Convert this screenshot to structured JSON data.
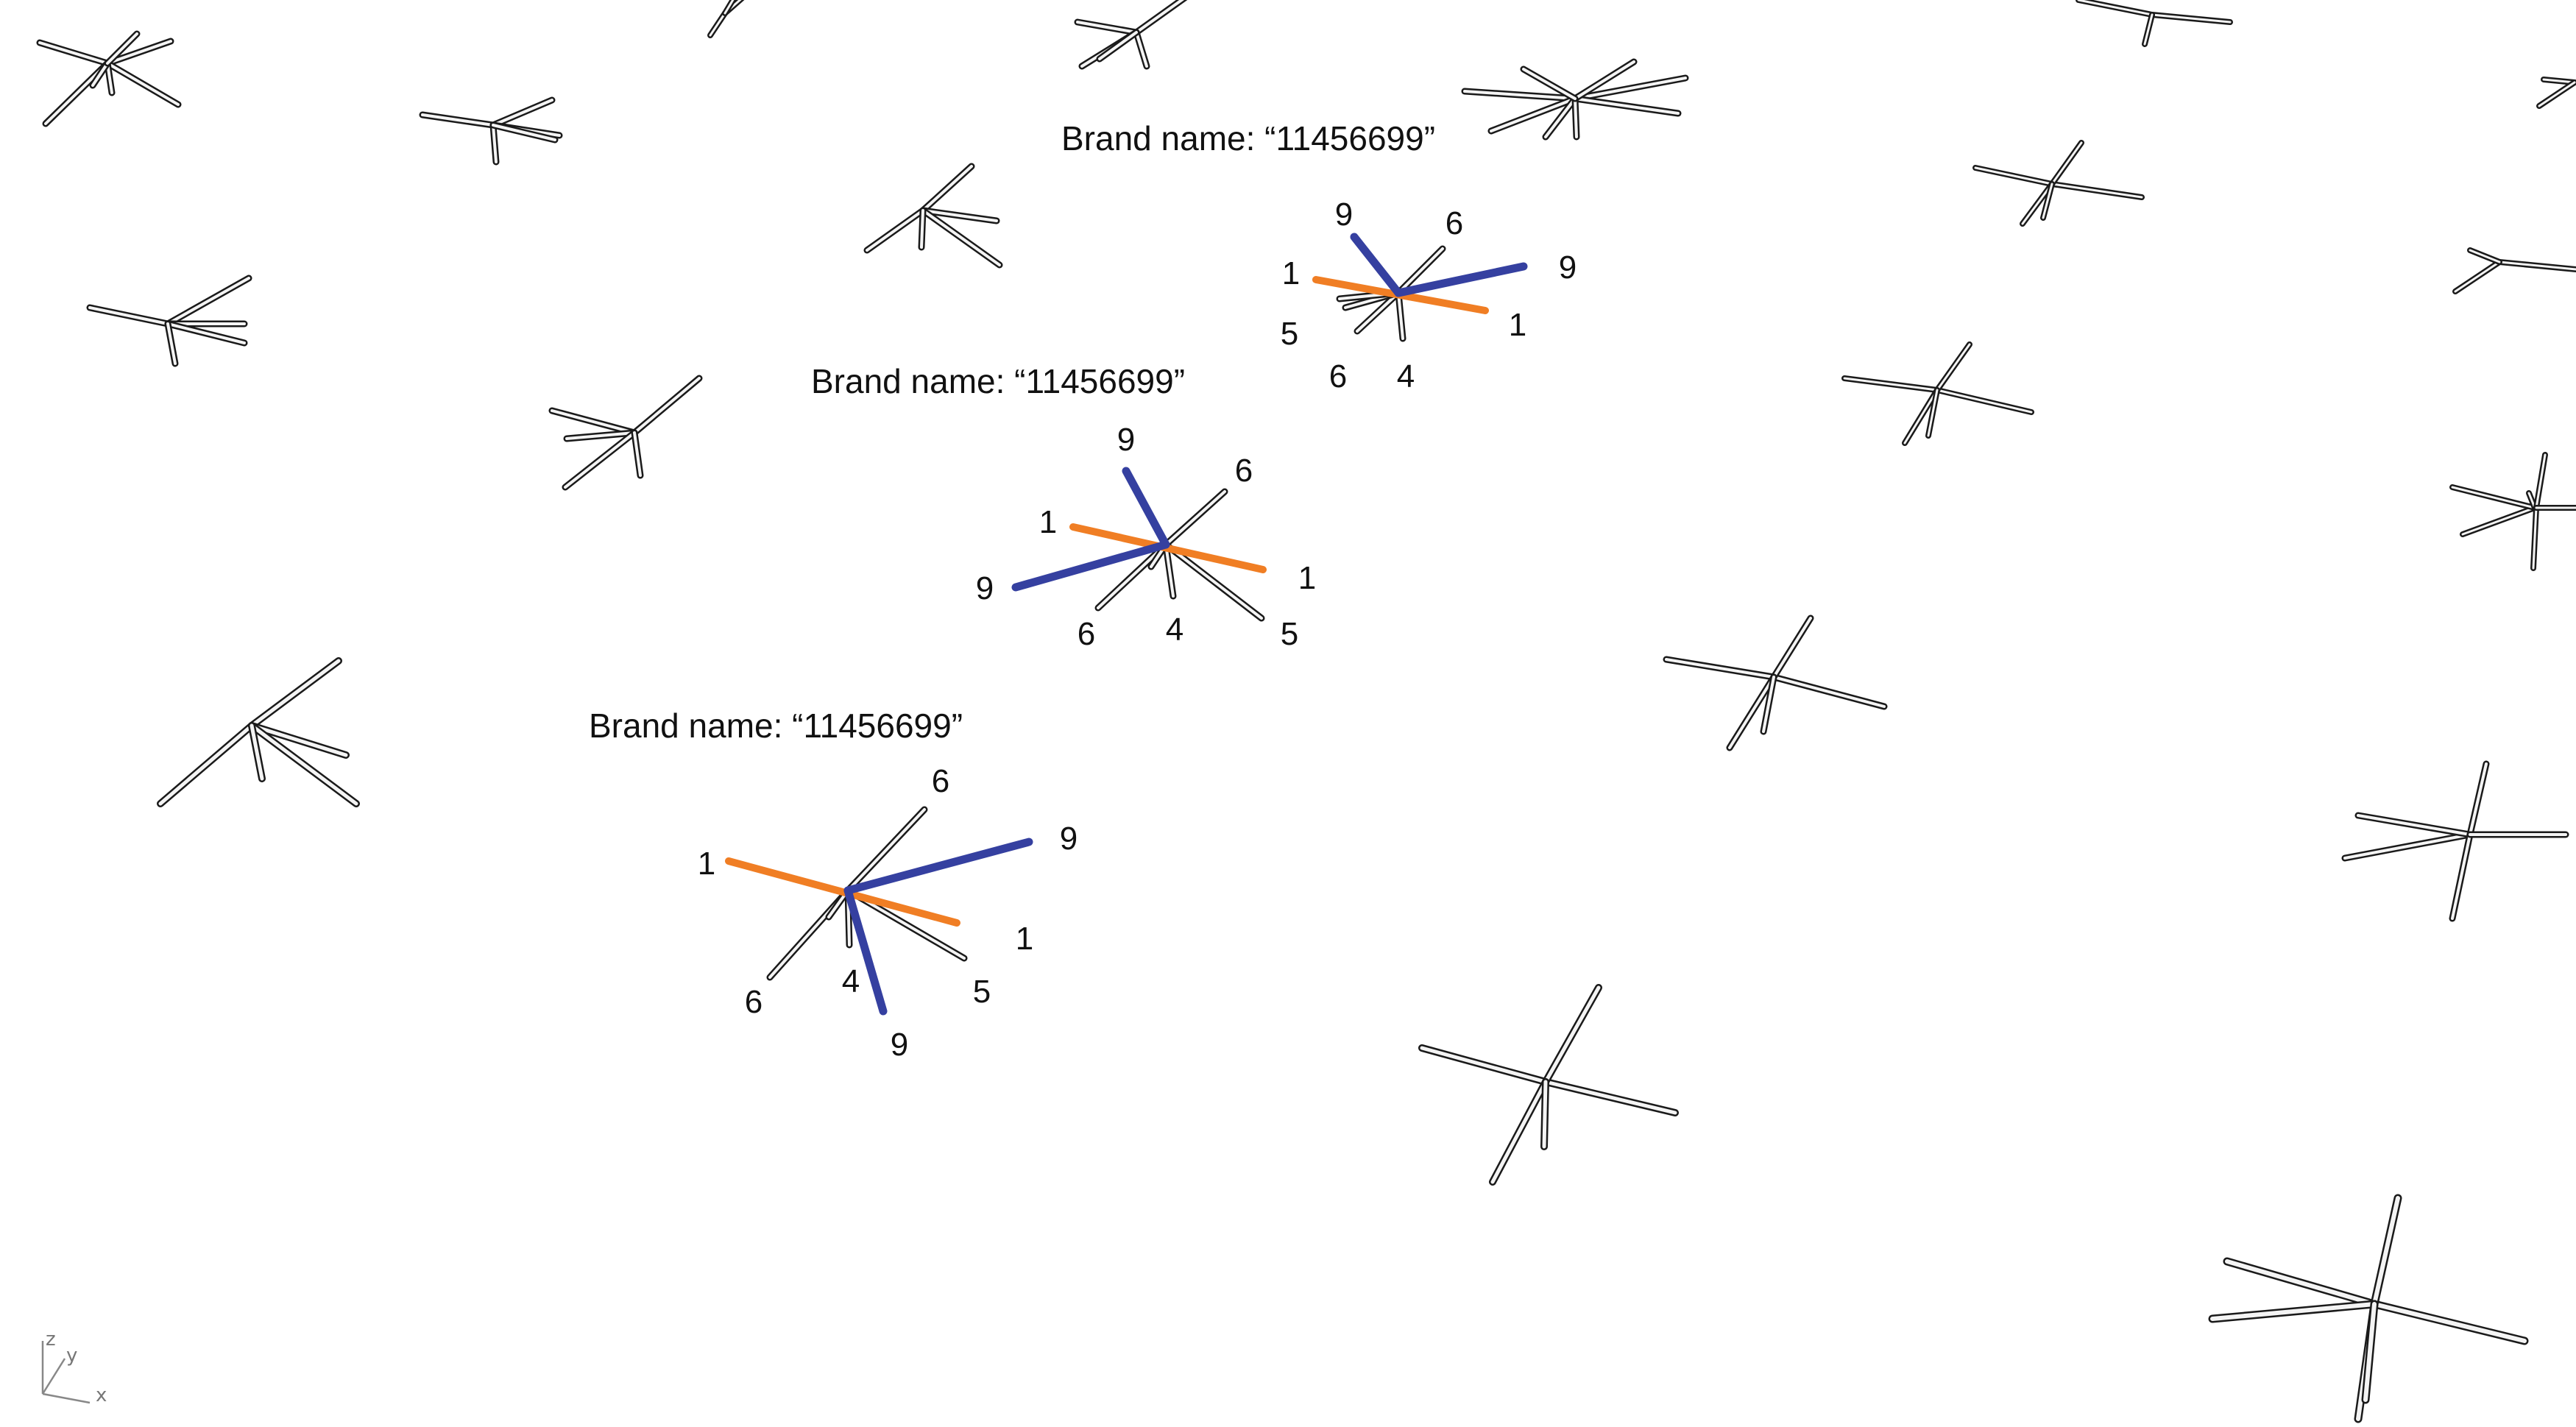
{
  "colors": {
    "highlight_one": "#f07e24",
    "highlight_nine": "#3540a0",
    "rod_fill": "#f4f4f4",
    "rod_edge": "#1a1a1a",
    "text": "#111111",
    "axis": "#888888"
  },
  "clusters": [
    {
      "caption": "Brand name: “11456699”",
      "labels": [
        "9",
        "6",
        "9",
        "1",
        "1",
        "5",
        "6",
        "4"
      ]
    },
    {
      "caption": "Brand name: “11456699”",
      "labels": [
        "9",
        "6",
        "1",
        "1",
        "9",
        "6",
        "4",
        "5"
      ]
    },
    {
      "caption": "Brand name: “11456699”",
      "labels": [
        "6",
        "9",
        "1",
        "1",
        "6",
        "4",
        "5",
        "9"
      ]
    }
  ],
  "axis_widget": {
    "z": "z",
    "y": "y",
    "x": "x"
  }
}
